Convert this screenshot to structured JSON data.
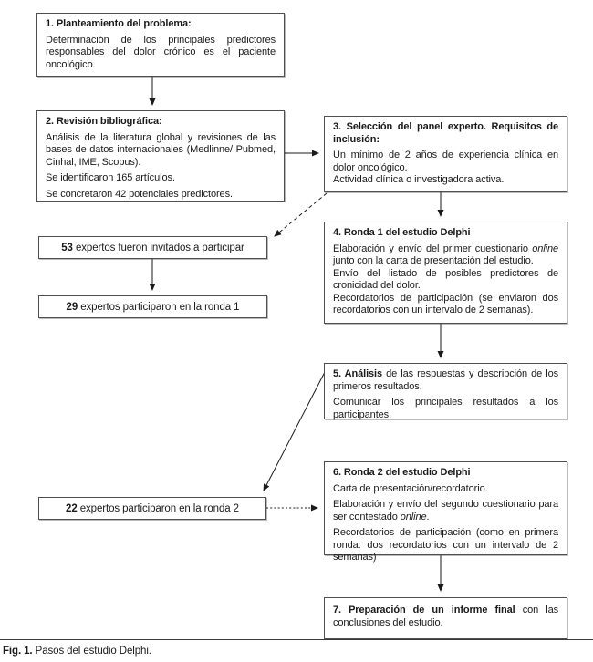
{
  "figure": {
    "caption_label": "Fig. 1.",
    "caption_text": " Pasos del estudio Delphi."
  },
  "colors": {
    "box_border": "#4f4f4f",
    "arrow": "#1a1a1a",
    "text": "#1a1a1a",
    "background": "#ffffff"
  },
  "boxes": {
    "box1": {
      "title": "1. Planteamiento del problema:",
      "body": "Determinación de los principales predictores responsables del dolor crónico es el paciente oncológico."
    },
    "box2": {
      "title": "2. Revisión bibliográfica:",
      "p1": "Análisis de la literatura global y revisiones de las bases de datos internacionales (Medlinne/ Pubmed, Cinhal, IME, Scopus).",
      "p2": "Se identificaron 165 artículos.",
      "p3": "Se concretaron 42 potenciales predictores."
    },
    "box3": {
      "title": "3. Selección del panel experto. Requisitos de inclusión:",
      "p1": "Un mínimo de 2 años de experiencia clínica en dolor oncológico.",
      "p2": "Actividad clínica o investigadora activa."
    },
    "box4": {
      "title": "4. Ronda 1 del estudio Delphi",
      "p1_pre": "Elaboración y envío del primer cuestionario ",
      "p1_italic": "online",
      "p1_post": " junto con la carta de presentación del estudio.",
      "p2": "Envío del listado de posibles predictores de cronicidad del dolor.",
      "p3": "Recordatorios de participación (se enviaron dos recordatorios con un intervalo de 2 semanas)."
    },
    "box5": {
      "title_bold": "5. Análisis",
      "p1_rest": " de las respuestas y descripción de los primeros resultados.",
      "p2": "Comunicar los principales resultados a los participantes."
    },
    "box6": {
      "title": "6. Ronda 2 del estudio Delphi",
      "p1": "Carta de presentación/recordatorio.",
      "p2_pre": "Elaboración y envío del segundo cuestionario para ser contestado ",
      "p2_italic": "online",
      "p2_post": ".",
      "p3": "Recordatorios de participación (como en primera ronda: dos recordatorios con un intervalo de 2 semanas)"
    },
    "box7": {
      "bold": "7. Preparación de un informe final",
      "rest": " con las conclusiones del estudio."
    },
    "experts53": {
      "number": "53",
      "text": " expertos fueron invitados a participar"
    },
    "experts29": {
      "number": "29",
      "text": " expertos participaron en la ronda 1"
    },
    "experts22": {
      "number": "22",
      "text": " expertos participaron en la ronda 2"
    }
  }
}
